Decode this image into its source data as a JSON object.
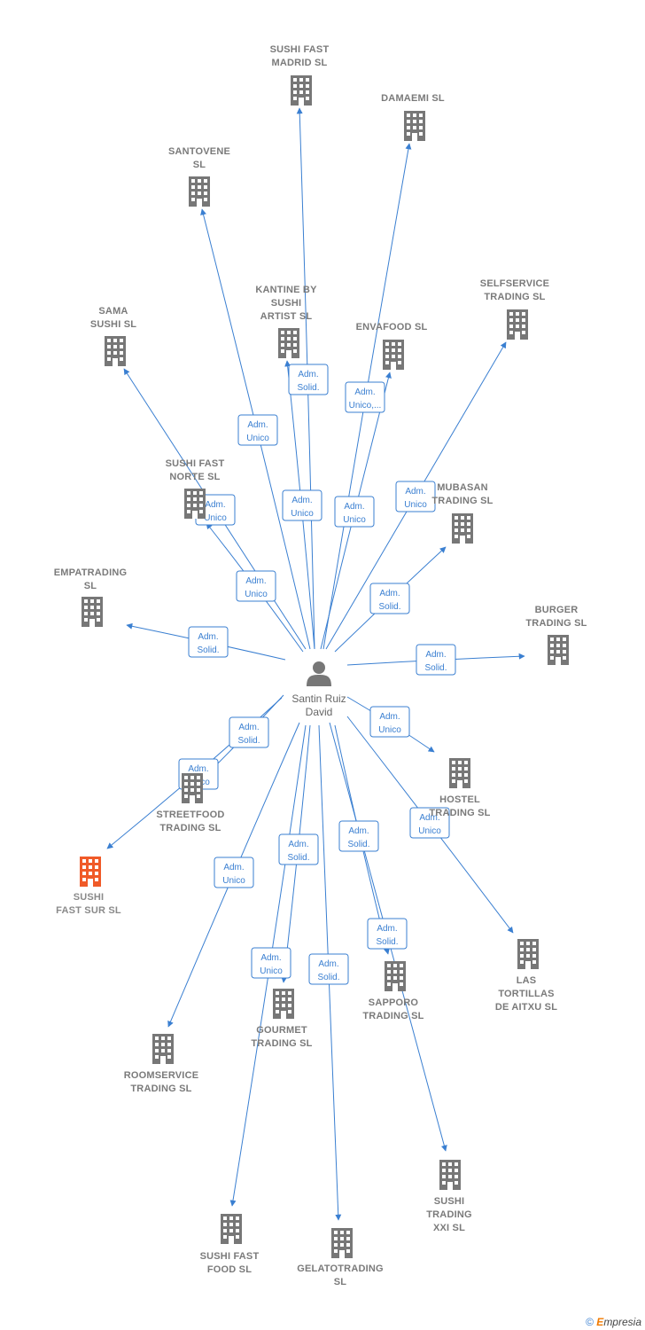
{
  "center": {
    "label_lines": [
      "Santin Ruiz",
      "David"
    ]
  },
  "colors": {
    "edge": "#3a7fd1",
    "building": "#777777",
    "building_highlight": "#f05a28",
    "person": "#777777"
  },
  "companies": [
    {
      "id": "sushi-fast-madrid",
      "lines": [
        "SUSHI FAST",
        "MADRID  SL"
      ],
      "role_lines": [
        "Adm.",
        "Solid."
      ],
      "highlight": false
    },
    {
      "id": "damaemi",
      "lines": [
        "DAMAEMI  SL"
      ],
      "role_lines": [
        "Adm.",
        "Unico,..."
      ],
      "highlight": false
    },
    {
      "id": "santovene",
      "lines": [
        "SANTOVENE",
        "SL"
      ],
      "role_lines": [
        "Adm.",
        "Unico"
      ],
      "highlight": false
    },
    {
      "id": "kantine",
      "lines": [
        "KANTINE BY",
        "SUSHI",
        "ARTIST  SL"
      ],
      "role_lines": [
        "Adm.",
        "Unico"
      ],
      "highlight": false
    },
    {
      "id": "envafood",
      "lines": [
        "ENVAFOOD  SL"
      ],
      "role_lines": [
        "Adm.",
        "Unico"
      ],
      "highlight": false
    },
    {
      "id": "selfservice",
      "lines": [
        "SELFSERVICE",
        "TRADING  SL"
      ],
      "role_lines": [
        "Adm.",
        "Unico"
      ],
      "highlight": false
    },
    {
      "id": "sama-sushi",
      "lines": [
        "SAMA",
        "SUSHI  SL"
      ],
      "role_lines": [
        "Adm.",
        "Unico"
      ],
      "highlight": false
    },
    {
      "id": "sushi-fast-norte",
      "lines": [
        "SUSHI FAST",
        "NORTE  SL"
      ],
      "role_lines": [
        "Adm.",
        "Unico"
      ],
      "highlight": false
    },
    {
      "id": "mubasan",
      "lines": [
        "MUBASAN",
        "TRADING  SL"
      ],
      "role_lines": [
        "Adm.",
        "Solid."
      ],
      "highlight": false
    },
    {
      "id": "empatrading",
      "lines": [
        "EMPATRADING",
        "SL"
      ],
      "role_lines": [
        "Adm.",
        "Solid."
      ],
      "highlight": false
    },
    {
      "id": "burger-trading",
      "lines": [
        "BURGER",
        "TRADING  SL"
      ],
      "role_lines": [
        "Adm.",
        "Solid."
      ],
      "highlight": false
    },
    {
      "id": "hostel-trading",
      "lines": [
        "HOSTEL",
        "TRADING  SL"
      ],
      "role_lines": [
        "Adm.",
        "Unico"
      ],
      "highlight": false
    },
    {
      "id": "streetfood",
      "lines": [
        "STREETFOOD",
        "TRADING  SL"
      ],
      "role_lines": [
        "Adm.",
        "Solid."
      ],
      "highlight": false
    },
    {
      "id": "sushi-fast-sur",
      "lines": [
        "SUSHI",
        "FAST SUR  SL"
      ],
      "role_lines": [
        "Adm.",
        "Unico"
      ],
      "highlight": true
    },
    {
      "id": "las-tortillas",
      "lines": [
        "LAS",
        "TORTILLAS",
        "DE AITXU  SL"
      ],
      "role_lines": [
        "Adm.",
        "Unico"
      ],
      "highlight": false
    },
    {
      "id": "roomservice",
      "lines": [
        "ROOMSERVICE",
        "TRADING  SL"
      ],
      "role_lines": [
        "Adm.",
        "Unico"
      ],
      "highlight": false
    },
    {
      "id": "gourmet",
      "lines": [
        "GOURMET",
        "TRADING  SL"
      ],
      "role_lines": [
        "Adm.",
        "Solid."
      ],
      "highlight": false
    },
    {
      "id": "sapporo",
      "lines": [
        "SAPPORO",
        "TRADING  SL"
      ],
      "role_lines": [
        "Adm.",
        "Solid."
      ],
      "highlight": false
    },
    {
      "id": "sushi-fast-food",
      "lines": [
        "SUSHI FAST",
        "FOOD  SL"
      ],
      "role_lines": [
        "Adm.",
        "Unico"
      ],
      "highlight": false
    },
    {
      "id": "gelatotrading",
      "lines": [
        "GELATOTRADING",
        "SL"
      ],
      "role_lines": [
        "Adm.",
        "Solid."
      ],
      "highlight": false
    },
    {
      "id": "sushi-trading-xxi",
      "lines": [
        "SUSHI",
        "TRADING",
        "XXI  SL"
      ],
      "role_lines": [
        "Adm.",
        "Solid."
      ],
      "highlight": false
    }
  ],
  "footer": {
    "copyright": "©",
    "brand_initial": "E",
    "brand_rest": "mpresia"
  }
}
